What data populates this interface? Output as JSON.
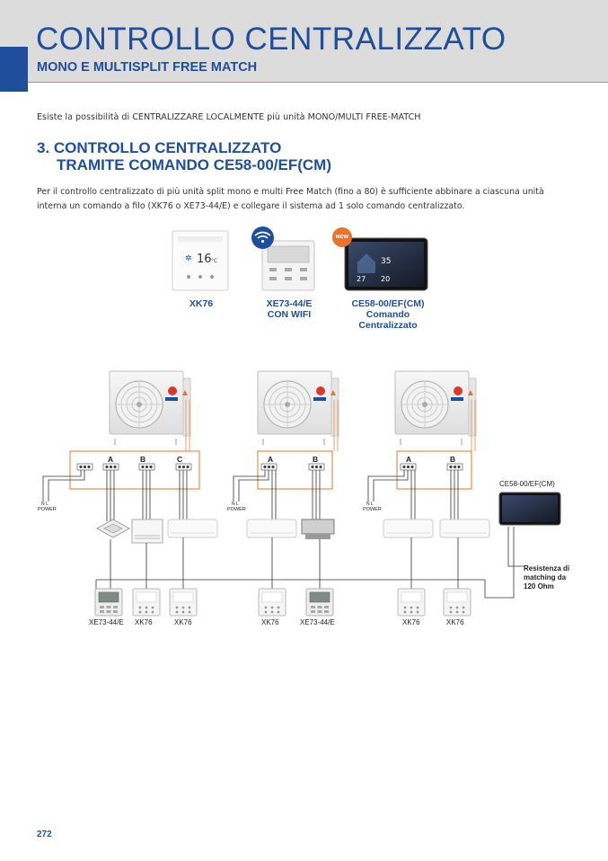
{
  "header": {
    "title": "CONTROLLO CENTRALIZZATO",
    "subtitle": "MONO E MULTISPLIT FREE MATCH"
  },
  "intro": "Esiste la possibilità di CENTRALIZZARE LOCALMENTE più unità MONO/MULTI FREE-MATCH",
  "section": {
    "title_line1": "3. CONTROLLO CENTRALIZZATO",
    "title_line2": "TRAMITE COMANDO CE58-00/EF(CM)",
    "paragraph": "Per il controllo centralizzato di più unità split mono e multi Free Match (fino a 80) è sufficiente abbinare a ciascuna unità interna un comando a filo (XK76 o XE73-44/E) e collegare il sistema ad 1 solo comando centralizzato."
  },
  "devices": [
    {
      "name": "XK76",
      "icon": "wired-controller-icon"
    },
    {
      "name": "XE73-44/E",
      "name2": "CON WIFI",
      "icon": "wifi-icon"
    },
    {
      "name": "CE58-00/EF(CM)",
      "name2": "Comando",
      "name3": "Centralizzato",
      "badge": "NEW",
      "icon": "touch-panel-icon"
    }
  ],
  "controller_screen": {
    "temp": "16",
    "unit": "°C"
  },
  "panel_screen": {
    "temp1": "35",
    "temp2": "27",
    "temp3": "20"
  },
  "terminals": {
    "system1": [
      "A",
      "B",
      "C"
    ],
    "system2": [
      "A",
      "B"
    ],
    "system3": [
      "A",
      "B"
    ]
  },
  "power_label": "POWER",
  "power_pins": "N  L",
  "central_label": "CE58-00/EF(CM)",
  "resistor_note": {
    "line1": "Resistenza di",
    "line2": "matching da",
    "line3": "120 Ohm"
  },
  "wired_controllers": [
    "XE73-44/E",
    "XK76",
    "XK76",
    "XK76",
    "XE73-44/E",
    "XK76",
    "XK76"
  ],
  "colors": {
    "brand_blue": "#1f4e9c",
    "accent_orange": "#e8732d",
    "header_gray": "#dcdcdc"
  },
  "page_number": "272"
}
